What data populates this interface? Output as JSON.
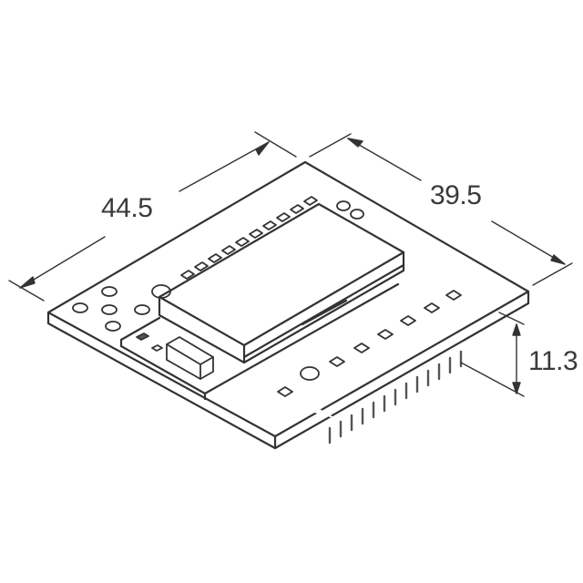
{
  "figure": {
    "subject": "PCB module isometric outline drawing",
    "colors": {
      "line": "#333333",
      "background": "#ffffff",
      "pins": "#555555"
    }
  },
  "dimensions": {
    "length": {
      "label": "44.5"
    },
    "width": {
      "label": "39.5"
    },
    "height": {
      "label": "11.3"
    }
  }
}
